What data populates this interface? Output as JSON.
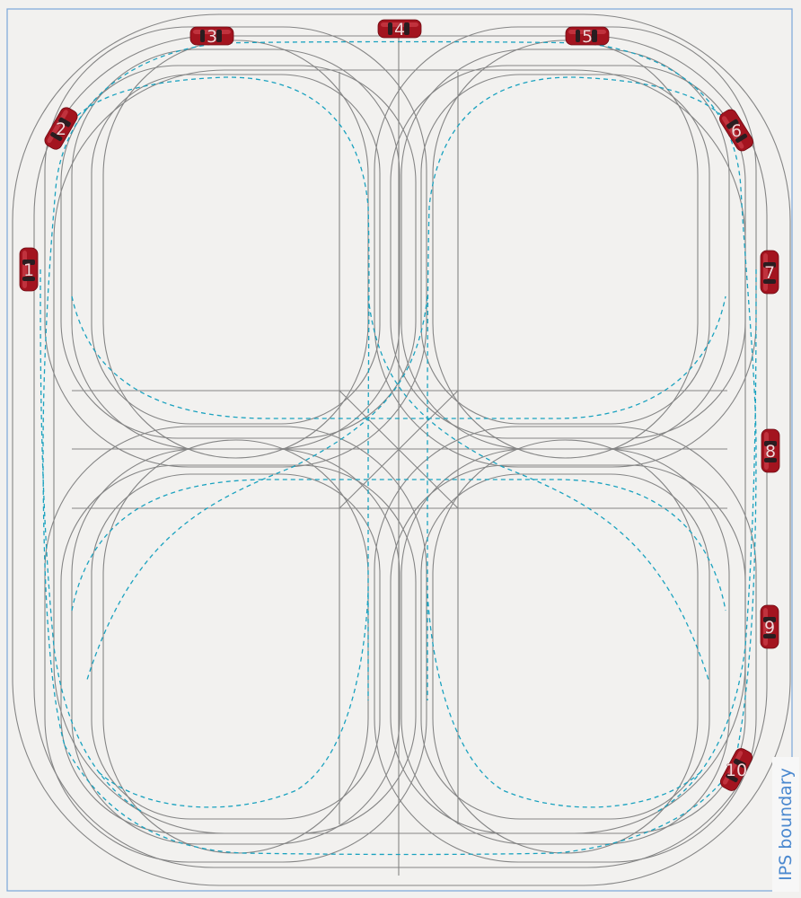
{
  "boundary": {
    "label": "IPS boundary",
    "color": "#4a88cf"
  },
  "colors": {
    "lane": "#858585",
    "planned_path": "#1aa2bf",
    "car": "#a3141f",
    "background": "#f2f1ef"
  },
  "cars": [
    {
      "label": "1"
    },
    {
      "label": "2"
    },
    {
      "label": "3"
    },
    {
      "label": "4"
    },
    {
      "label": "5"
    },
    {
      "label": "6"
    },
    {
      "label": "7"
    },
    {
      "label": "8"
    },
    {
      "label": "9"
    },
    {
      "label": "10"
    }
  ]
}
